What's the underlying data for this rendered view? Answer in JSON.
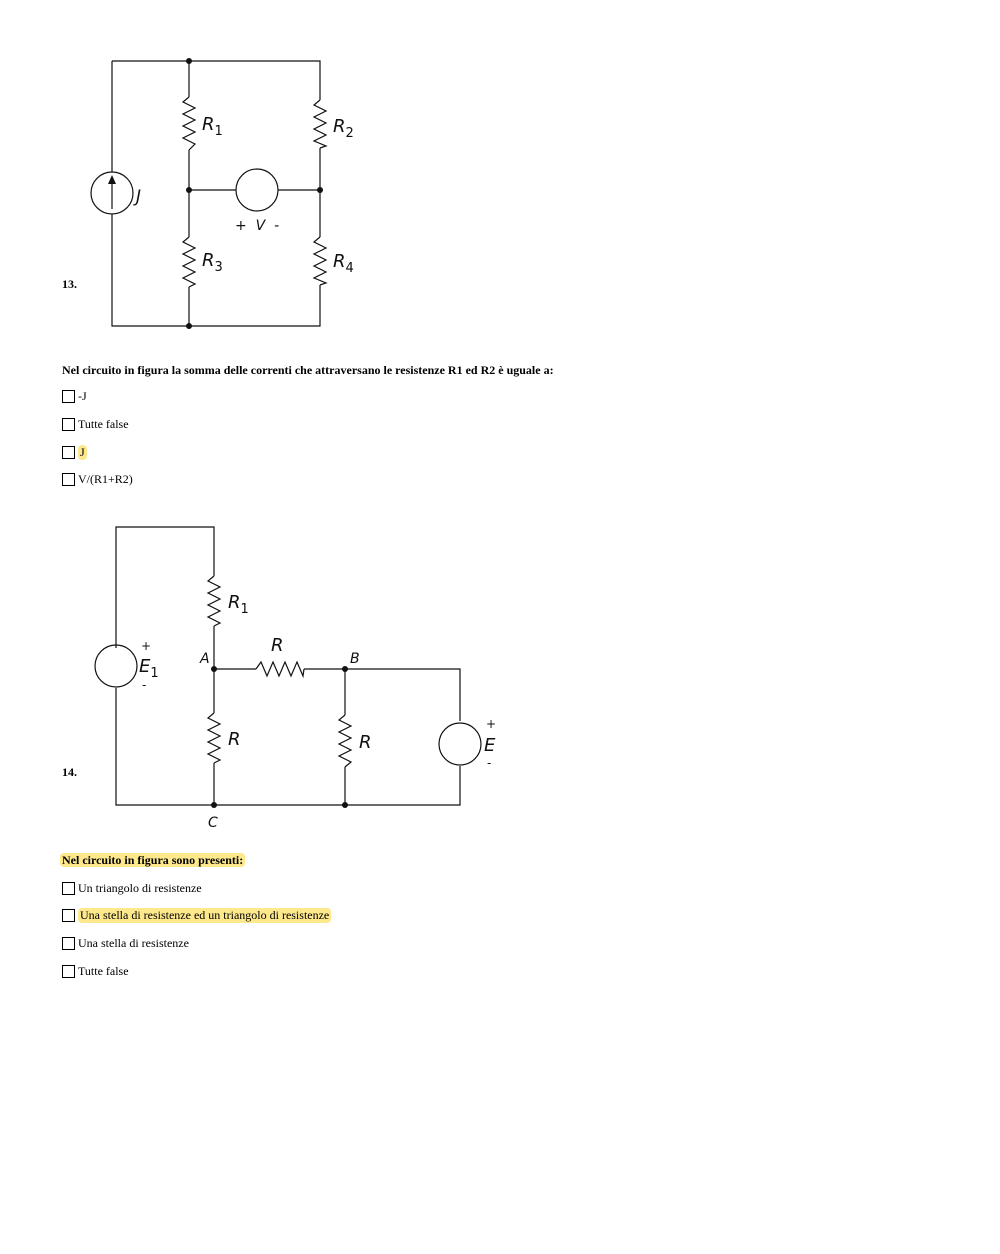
{
  "questions": [
    {
      "number": "13.",
      "text": "Nel circuito in figura la somma delle correnti che attraversano le resistenze R1 ed R2 è uguale a:",
      "options": [
        "-J",
        "Tutte false",
        "J",
        "V/(R1+R2)"
      ],
      "highlighted_option": "J",
      "circuit": {
        "labels": {
          "r1": "R",
          "r1_sub": "1",
          "r2": "R",
          "r2_sub": "2",
          "r3": "R",
          "r3_sub": "3",
          "r4": "R",
          "r4_sub": "4",
          "j": "J",
          "v": "+  V  -"
        }
      }
    },
    {
      "number": "14.",
      "text": "Nel circuito in figura sono presenti:",
      "options": [
        "Un triangolo di resistenze",
        "Una stella di resistenze ed un triangolo di resistenze",
        "Una stella di resistenze",
        "Tutte false"
      ],
      "highlighted_option": "Una stella di resistenze ed un triangolo di resistenze",
      "circuit": {
        "labels": {
          "r1": "R",
          "r1_sub": "1",
          "r_mid": "R",
          "r_left": "R",
          "r_right": "R",
          "e1": "E",
          "e1_sub": "1",
          "e": "E",
          "plus": "+",
          "minus": "-",
          "a": "A",
          "b": "B",
          "c": "C"
        }
      }
    }
  ],
  "colors": {
    "highlight": "#fde98c"
  }
}
